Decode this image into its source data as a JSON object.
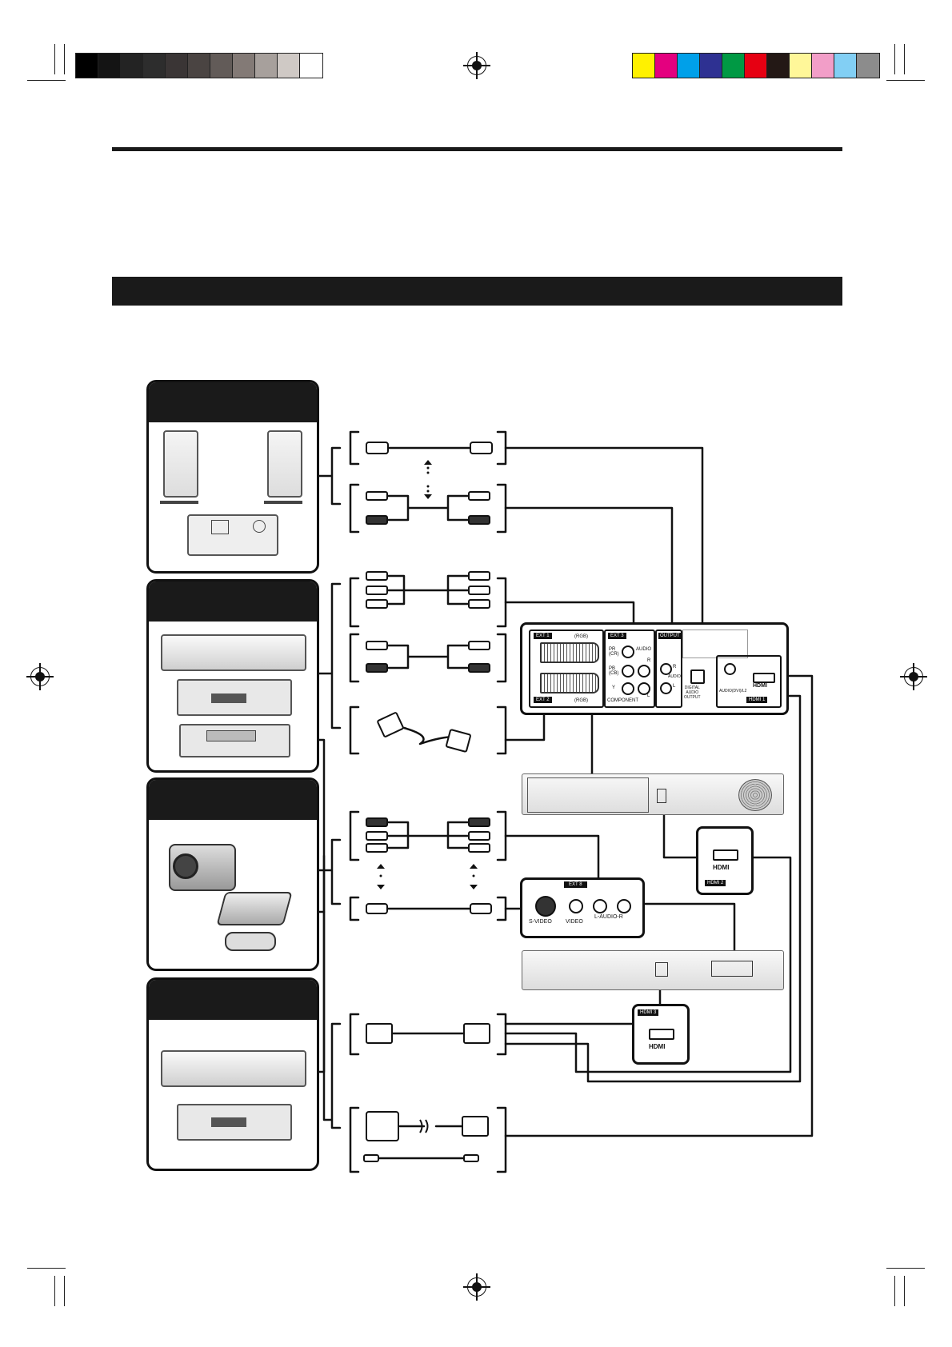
{
  "page": {
    "header_title": "",
    "section_title": ""
  },
  "print_marks": {
    "grayscale_swatches": [
      "#000000",
      "#141414",
      "#232323",
      "#2d2d2d",
      "#3a3535",
      "#4a4442",
      "#625b58",
      "#837a76",
      "#a7a09c",
      "#cfc9c5",
      "#ffffff"
    ],
    "color_swatches": [
      "#fff100",
      "#e4007f",
      "#00a0e9",
      "#2e3192",
      "#009944",
      "#e60012",
      "#231815",
      "#fff799",
      "#f29ec8",
      "#82cff4",
      "#8c8c8c"
    ]
  },
  "tv_panel": {
    "ext1": "EXT 1",
    "ext1_rgb": "(RGB)",
    "ext2": "EXT 2",
    "ext2_rgb": "(RGB)",
    "ext3": "EXT 3",
    "pr": "PR\n(CR)",
    "pb": "PB\n(CB)",
    "y": "Y",
    "audio": "AUDIO",
    "r": "R",
    "l": "L",
    "component": "COMPONENT",
    "output": "OUTPUT",
    "out_r": "R",
    "out_audio": "AUDIO",
    "out_l": "L",
    "digital_audio_output": "DIGITAL\nAUDIO\nOUTPUT",
    "audio_dvi": "AUDIO(DVI)/L2",
    "hdmi1": "HDMI 1",
    "hdmi_logo": "HDMI"
  },
  "ext8_panel": {
    "ext8": "EXT 8",
    "svideo": "S-VIDEO",
    "video": "VIDEO",
    "audio_lr": "L-AUDIO-R"
  },
  "hdmi2_panel": {
    "label": "HDMI 2",
    "logo": "HDMI"
  },
  "hdmi3_panel": {
    "label": "HDMI 3",
    "logo": "HDMI"
  }
}
